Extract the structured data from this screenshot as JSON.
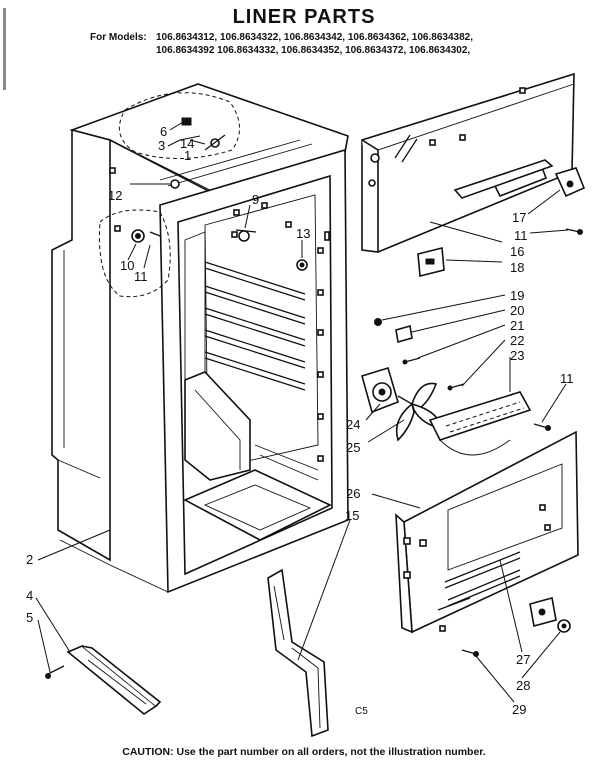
{
  "title": "LINER PARTS",
  "models_label": "For Models:",
  "models_line1": "106.8634312,  106.8634322,  106.8634342,  106.8634362,  106.8634382,",
  "models_line2": "106.8634392  106.8634332,  106.8634352,  106.8634372,  106.8634302,",
  "caution": "CAUTION: Use the part number on all orders, not the illustration number.",
  "code": "C5",
  "callouts": [
    "1",
    "2",
    "3",
    "4",
    "5",
    "6",
    "9",
    "10",
    "11",
    "12",
    "13",
    "14",
    "15",
    "16",
    "17",
    "11",
    "18",
    "19",
    "20",
    "21",
    "22",
    "23",
    "11",
    "24",
    "25",
    "26",
    "27",
    "28",
    "29"
  ]
}
